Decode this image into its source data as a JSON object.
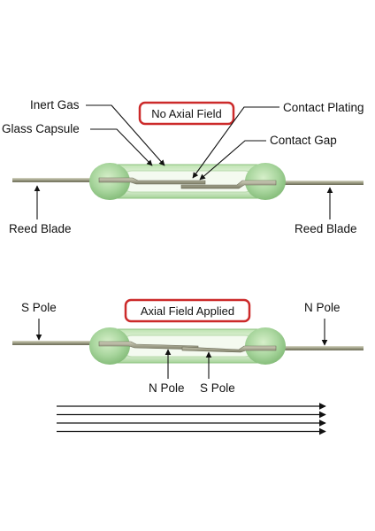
{
  "top_diagram": {
    "state_label": "No Axial Field",
    "labels": {
      "inert_gas": "Inert Gas",
      "glass_capsule": "Glass Capsule",
      "contact_plating": "Contact Plating",
      "contact_gap": "Contact Gap",
      "reed_blade_left": "Reed Blade",
      "reed_blade_right": "Reed Blade"
    }
  },
  "bottom_diagram": {
    "state_label": "Axial Field Applied",
    "labels": {
      "s_pole_outer": "S Pole",
      "n_pole_outer": "N Pole",
      "n_pole_inner": "N Pole",
      "s_pole_inner": "S Pole"
    },
    "field_line_count": 4
  },
  "colors": {
    "highlight_box_border": "#cc2a2a",
    "glass_end_green": "#a9d69e",
    "reed_blade": "#8c8c74",
    "arrow": "#111111"
  }
}
